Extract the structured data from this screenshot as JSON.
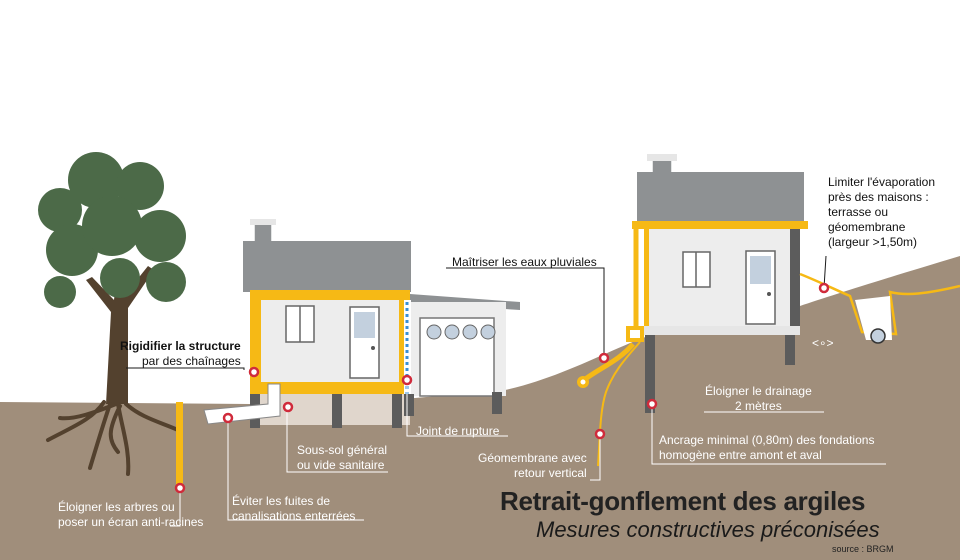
{
  "labels": {
    "tree": "Éloigner les arbres ou\nposer un écran anti-racines",
    "structure_bold": "Rigidifier la structure",
    "structure": "par des chaînages",
    "leaks": "Éviter les fuites de\ncanalisations enterrées",
    "basement": "Sous-sol général\nou vide sanitaire",
    "joint": "Joint de rupture",
    "rain": "Maîtriser les eaux pluviales",
    "geomembrane": "Géomembrane avec\nretour vertical",
    "evaporation": "Limiter l'évaporation\nprès des maisons :\nterrasse ou\ngéomembrane\n(largeur >1,50m)",
    "drainage": "Éloigner le drainage\n2 mètres",
    "arrow_symbol": "<∘>",
    "anchoring": "Ancrage minimal (0,80m) des fondations\nhomogène entre amont et aval"
  },
  "title": "Retrait-gonflement des argiles",
  "subtitle": "Mesures constructives préconisées",
  "source": "source : BRGM",
  "colors": {
    "soil": "#a08e7b",
    "foundation_light": "#e0d6cc",
    "tree": "#4c6a48",
    "trunk": "#53412e",
    "roof": "#8e9193",
    "wall": "#ededed",
    "yellow": "#f6b915",
    "window": "#c3d0de",
    "pillar": "#5c5c5c",
    "marker": "#d02b3b",
    "leader_dark": "#1a1a1a",
    "leader_light": "#ffffff"
  }
}
